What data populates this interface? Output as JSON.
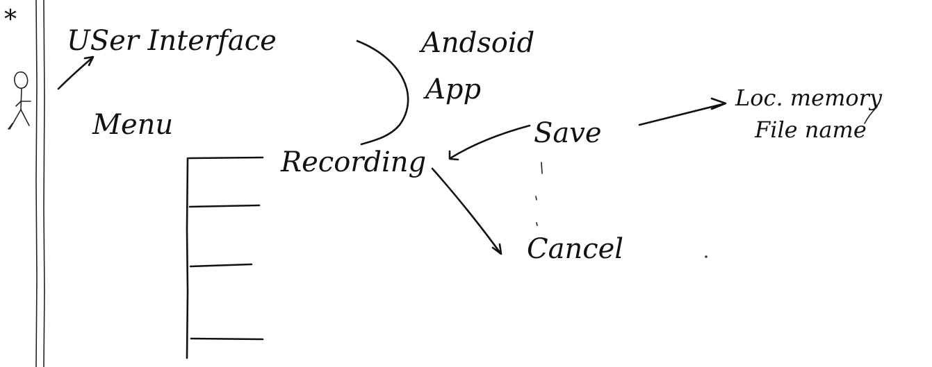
{
  "labels": {
    "asterisk": "*",
    "user_interface": "USer Interface",
    "android": "Andsoid",
    "app": "App",
    "menu": "Menu",
    "recording": "Recording",
    "save": "Save",
    "cancel": "Cancel",
    "loc_memory": "Loc. memory",
    "file_name": "File name"
  }
}
